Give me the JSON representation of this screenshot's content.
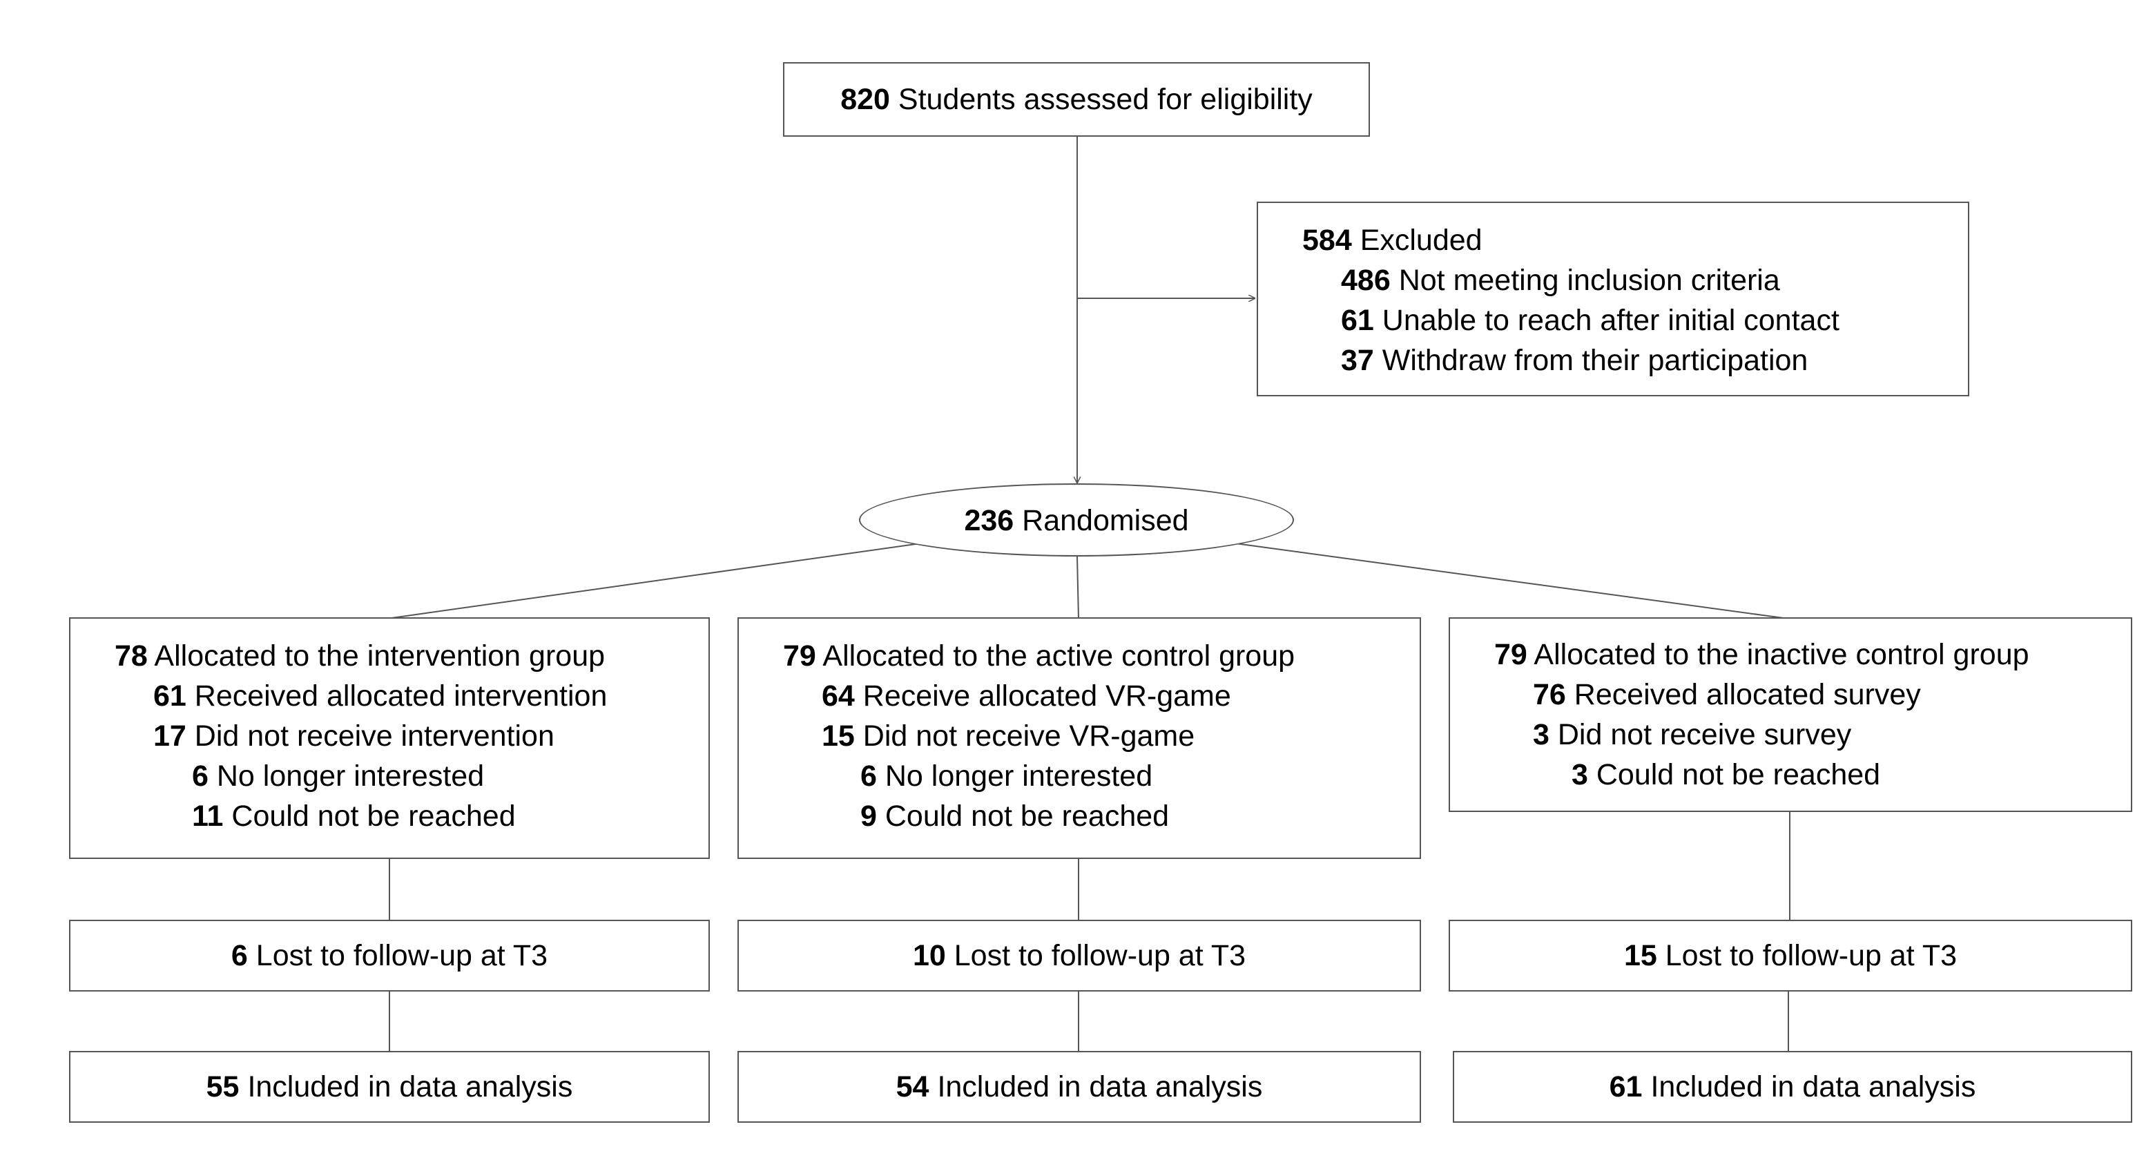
{
  "screening": {
    "n": "820",
    "text": "Students assessed for eligibility"
  },
  "excluded": {
    "n": "584",
    "text": "Excluded",
    "reasons": [
      {
        "n": "486",
        "text": "Not meeting inclusion criteria"
      },
      {
        "n": "61",
        "text": "Unable to reach after initial contact"
      },
      {
        "n": "37",
        "text": "Withdraw from their participation"
      }
    ]
  },
  "randomised": {
    "n": "236",
    "text": "Randomised"
  },
  "groups": [
    {
      "allocated": {
        "n": "78",
        "text": "Allocated to the intervention group"
      },
      "received": {
        "n": "61",
        "text": "Received allocated intervention"
      },
      "not_received": {
        "n": "17",
        "text": "Did not receive intervention"
      },
      "reasons": [
        {
          "n": "6",
          "text": "No longer interested"
        },
        {
          "n": "11",
          "text": "Could not be reached"
        }
      ],
      "lost": {
        "n": "6",
        "text": "Lost to follow-up at T3"
      },
      "analysed": {
        "n": "55",
        "text": "Included in data analysis"
      }
    },
    {
      "allocated": {
        "n": "79",
        "text": "Allocated to the active control group"
      },
      "received": {
        "n": "64",
        "text": "Receive allocated VR-game"
      },
      "not_received": {
        "n": "15",
        "text": "Did not receive VR-game"
      },
      "reasons": [
        {
          "n": "6",
          "text": "No longer interested"
        },
        {
          "n": "9",
          "text": "Could not be reached"
        }
      ],
      "lost": {
        "n": "10",
        "text": "Lost to follow-up at T3"
      },
      "analysed": {
        "n": "54",
        "text": "Included in data analysis"
      }
    },
    {
      "allocated": {
        "n": "79",
        "text": "Allocated to the inactive control group"
      },
      "received": {
        "n": "76",
        "text": "Received allocated survey"
      },
      "not_received": {
        "n": "3",
        "text": "Did not receive survey"
      },
      "reasons": [
        {
          "n": "3",
          "text": "Could not be reached"
        }
      ],
      "lost": {
        "n": "15",
        "text": "Lost to follow-up at T3"
      },
      "analysed": {
        "n": "61",
        "text": "Included in data analysis"
      }
    }
  ]
}
